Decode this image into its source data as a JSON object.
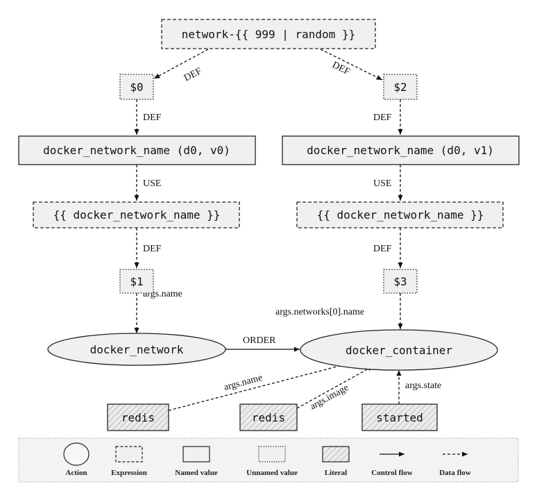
{
  "nodes": {
    "expr_network_random": "network-{{ 999 | random }}",
    "unnamed_0": "$0",
    "unnamed_2": "$2",
    "named_d0_v0": "docker_network_name (d0, v0)",
    "named_d0_v1": "docker_network_name (d0, v1)",
    "expr_dnn_left": "{{ docker_network_name }}",
    "expr_dnn_right": "{{ docker_network_name }}",
    "unnamed_1": "$1",
    "unnamed_3": "$3",
    "action_network": "docker_network",
    "action_container": "docker_container",
    "literal_redis_1": "redis",
    "literal_redis_2": "redis",
    "literal_started": "started"
  },
  "edges": {
    "def_left_top": "DEF",
    "def_right_top": "DEF",
    "def_left_mid": "DEF",
    "def_right_mid": "DEF",
    "use_left": "USE",
    "use_right": "USE",
    "def_left_low": "DEF",
    "def_right_low": "DEF",
    "args_name": "args.name",
    "args_networks_name": "args.networks[0].name",
    "order": "ORDER",
    "args_name_redis": "args.name",
    "args_image": "args.image",
    "args_state": "args.state"
  },
  "legend": {
    "action": "Action",
    "expression": "Expression",
    "named_value": "Named value",
    "unnamed_value": "Unnamed value",
    "literal": "Literal",
    "control_flow": "Control flow",
    "data_flow": "Data flow"
  }
}
